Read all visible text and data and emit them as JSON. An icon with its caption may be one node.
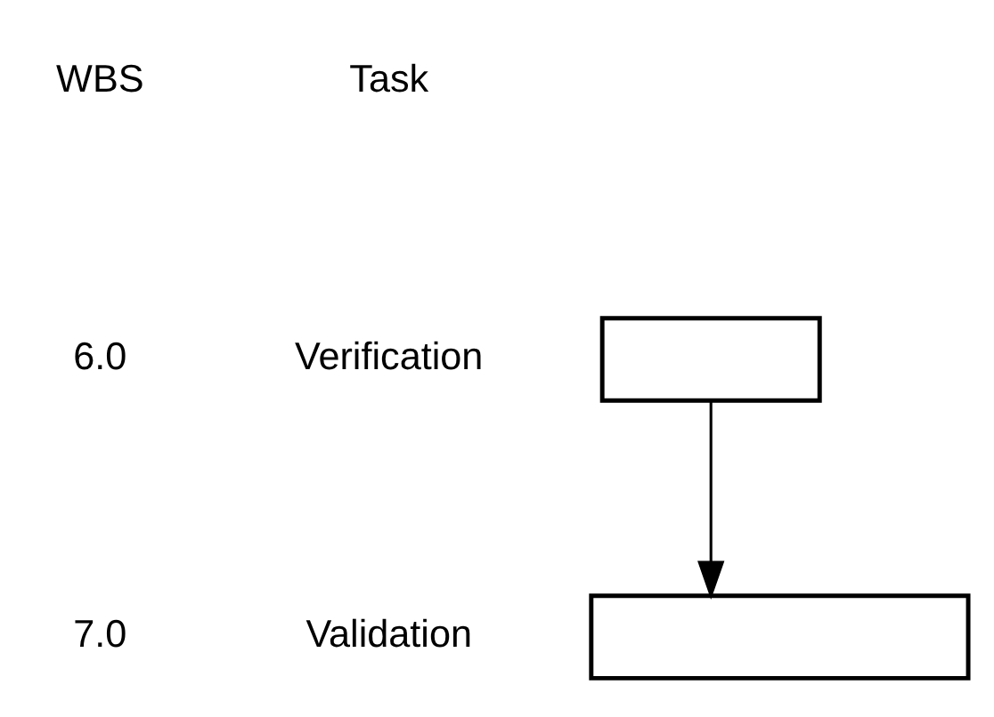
{
  "diagram": {
    "nodes": [
      {
        "text": [],
        "shape": "box"
      },
      {
        "text": [],
        "shape": "box"
      }
    ],
    "edges": [
      {
        "from": 0,
        "to": 1,
        "arrow": "to"
      }
    ],
    "labels": [
      "WBS",
      "Task",
      "6.0",
      "Verification",
      "7.0",
      "Validation"
    ]
  }
}
